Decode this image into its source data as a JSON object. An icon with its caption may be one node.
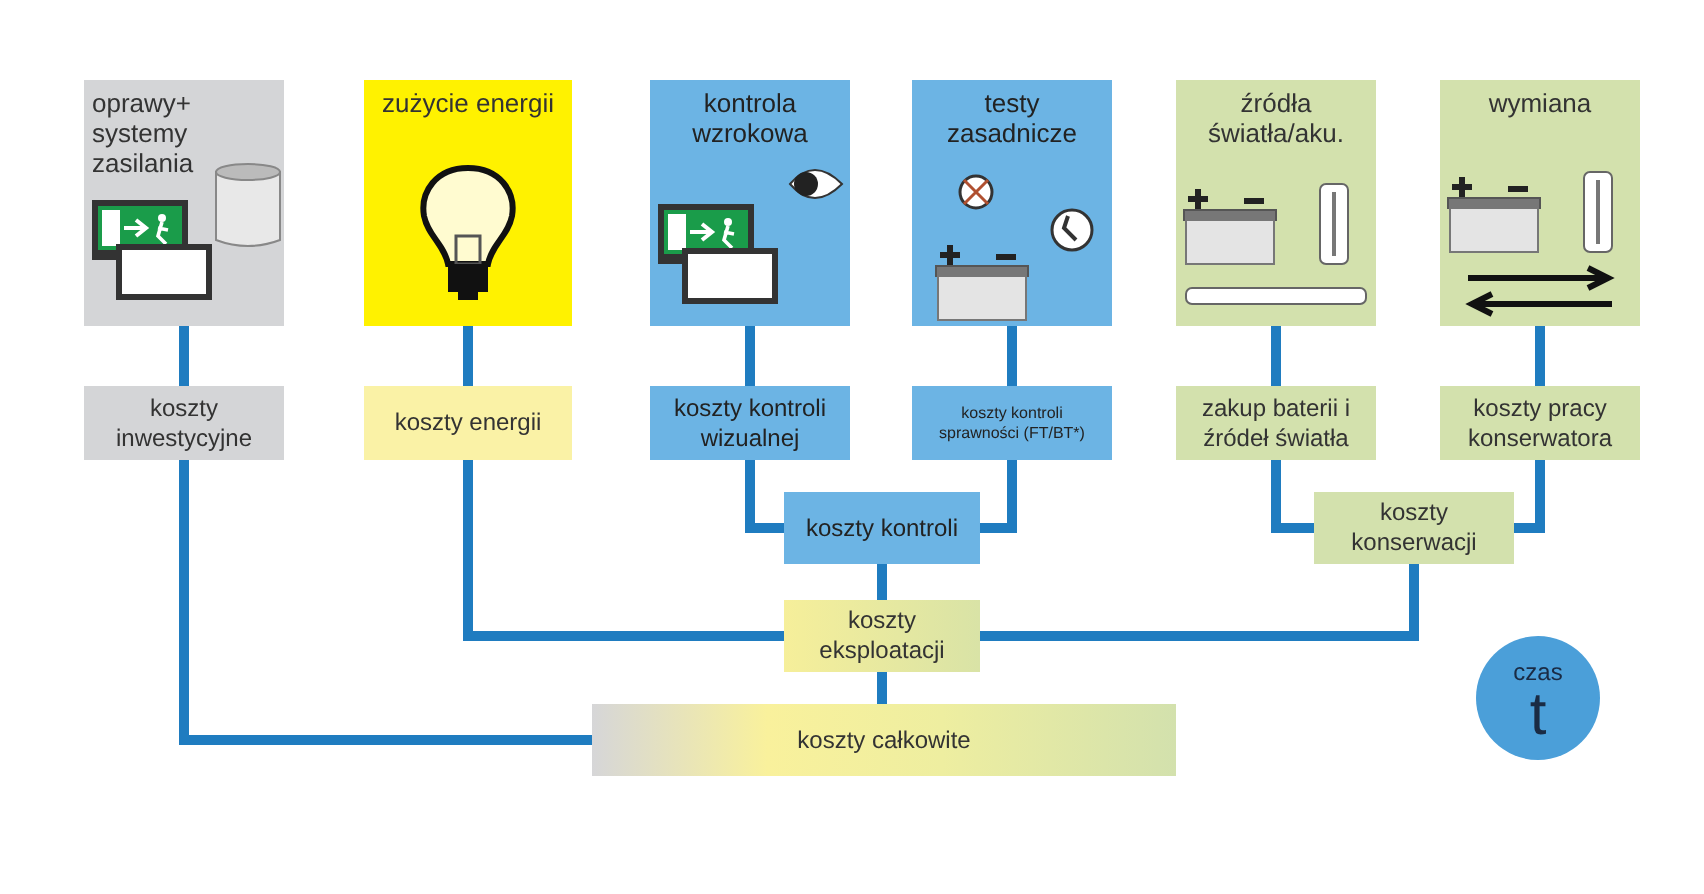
{
  "diagram": {
    "nodes": [
      {
        "text": [
          "oprawy+ systemy zasilania"
        ]
      },
      {
        "text": [
          "zużycie energii"
        ]
      },
      {
        "text": [
          "kontrola wzrokowa"
        ]
      },
      {
        "text": [
          "testy zasadnicze"
        ]
      },
      {
        "text": [
          "źródła światła/aku."
        ]
      },
      {
        "text": [
          "wymiana"
        ]
      },
      {
        "text": [
          "koszty inwestycyjne"
        ]
      },
      {
        "text": [
          "koszty energii"
        ]
      },
      {
        "text": [
          "koszty kontroli wizualnej"
        ]
      },
      {
        "text": [
          "koszty kontroli sprawności (FT/BT*)"
        ]
      },
      {
        "text": [
          "zakup baterii i źródeł światła"
        ]
      },
      {
        "text": [
          "koszty pracy konserwatora"
        ]
      },
      {
        "text": [
          "koszty kontroli"
        ]
      },
      {
        "text": [
          "koszty konserwacji"
        ]
      },
      {
        "text": [
          "koszty eksploatacji"
        ]
      },
      {
        "text": [
          "koszty całkowite"
        ]
      },
      {
        "text": [
          "czas",
          "t"
        ]
      }
    ],
    "edges": [
      {
        "from": 0,
        "to": 6,
        "arrow": "none"
      },
      {
        "from": 1,
        "to": 7,
        "arrow": "none"
      },
      {
        "from": 2,
        "to": 8,
        "arrow": "none"
      },
      {
        "from": 3,
        "to": 9,
        "arrow": "none"
      },
      {
        "from": 4,
        "to": 10,
        "arrow": "none"
      },
      {
        "from": 5,
        "to": 11,
        "arrow": "none"
      },
      {
        "from": 8,
        "to": 12,
        "arrow": "none"
      },
      {
        "from": 9,
        "to": 12,
        "arrow": "none"
      },
      {
        "from": 10,
        "to": 13,
        "arrow": "none"
      },
      {
        "from": 11,
        "to": 13,
        "arrow": "none"
      },
      {
        "from": 12,
        "to": 14,
        "arrow": "none"
      },
      {
        "from": 7,
        "to": 14,
        "arrow": "none"
      },
      {
        "from": 13,
        "to": 14,
        "arrow": "none"
      },
      {
        "from": 14,
        "to": 15,
        "arrow": "none"
      },
      {
        "from": 6,
        "to": 15,
        "arrow": "none"
      }
    ]
  }
}
